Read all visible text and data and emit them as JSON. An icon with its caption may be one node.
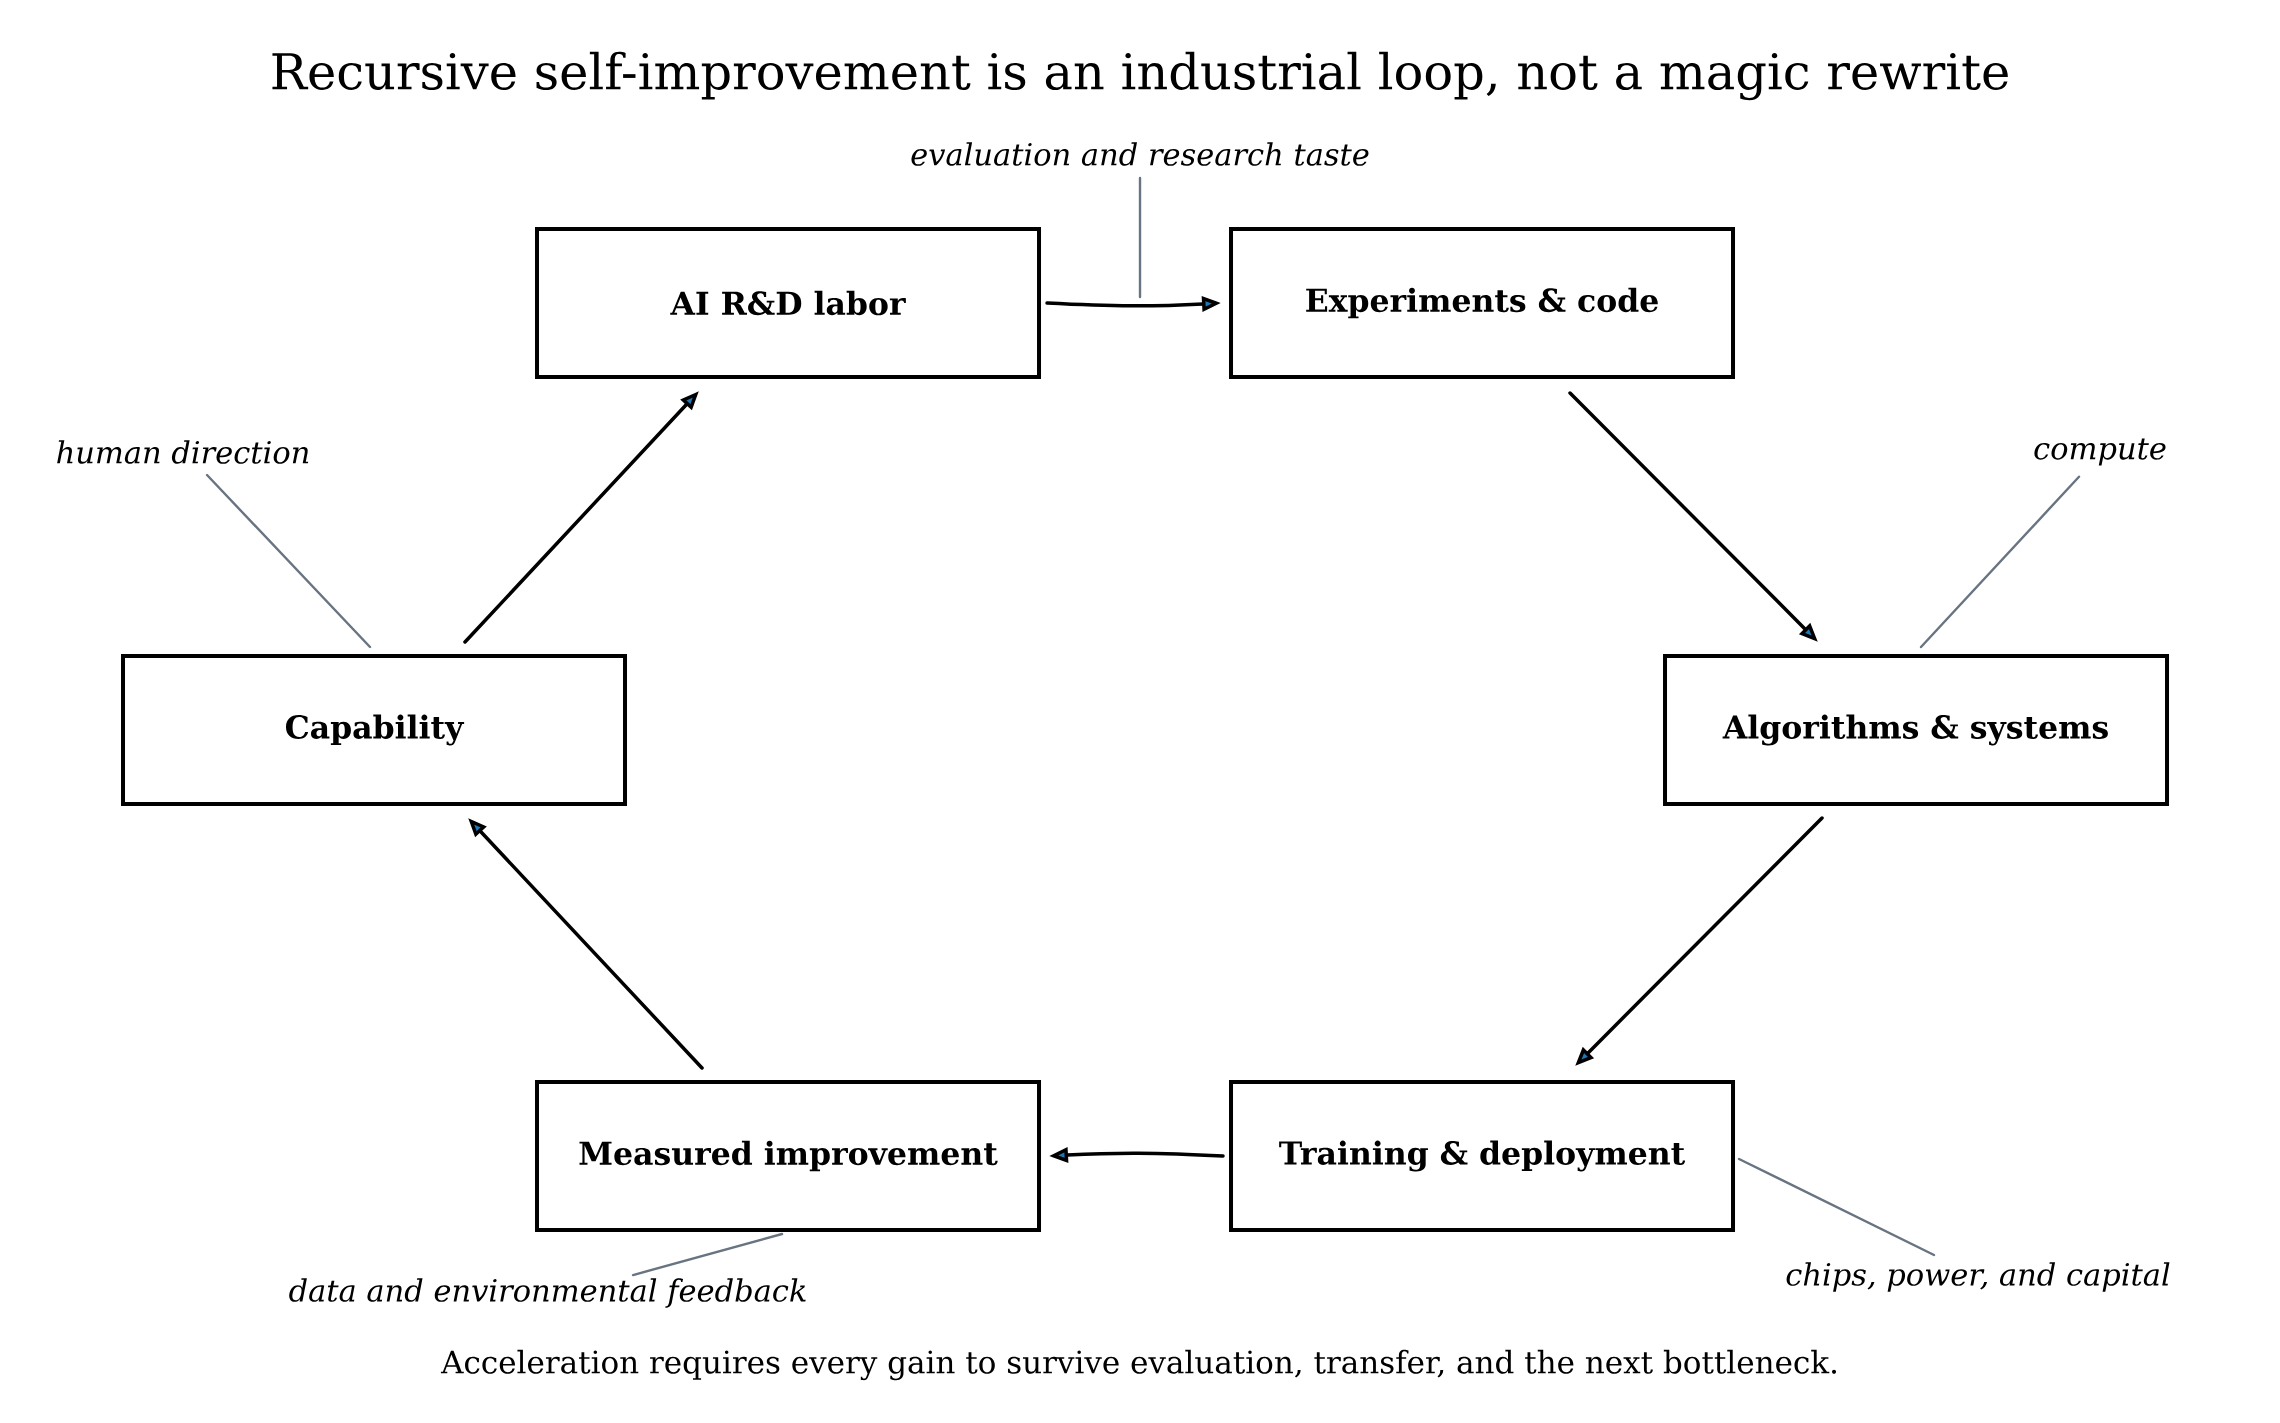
{
  "diagram": {
    "title": "Recursive self-improvement is an industrial loop, not a magic rewrite",
    "caption": "Acceleration requires every gain to survive evaluation, transfer, and the next bottleneck.",
    "nodes": [
      {
        "text": [
          "evaluation and research taste"
        ]
      },
      {
        "text": [
          "AI R&D labor"
        ]
      },
      {
        "text": [
          "Experiments & code"
        ]
      },
      {
        "text": [
          "human direction"
        ]
      },
      {
        "text": [
          "compute"
        ]
      },
      {
        "text": [
          "Capability"
        ]
      },
      {
        "text": [
          "Algorithms & systems"
        ]
      },
      {
        "text": [
          "Measured improvement"
        ]
      },
      {
        "text": [
          "Training & deployment"
        ]
      },
      {
        "text": [
          "data and environmental feedback"
        ]
      },
      {
        "text": [
          "chips, power, and capital"
        ]
      }
    ],
    "edges": [
      {
        "from": 1,
        "to": 2,
        "arrow": "to"
      },
      {
        "from": 2,
        "to": 6,
        "arrow": "to"
      },
      {
        "from": 6,
        "to": 8,
        "arrow": "to"
      },
      {
        "from": 8,
        "to": 7,
        "arrow": "to"
      },
      {
        "from": 7,
        "to": 5,
        "arrow": "to"
      },
      {
        "from": 5,
        "to": 1,
        "arrow": "to"
      },
      {
        "from": 0,
        "to": null,
        "arrow": "none",
        "color": "#687482"
      },
      {
        "from": 3,
        "to": 5,
        "arrow": "none",
        "color": "#687482"
      },
      {
        "from": 4,
        "to": 6,
        "arrow": "none",
        "color": "#687482"
      },
      {
        "from": 9,
        "to": 7,
        "arrow": "none",
        "color": "#687482"
      },
      {
        "from": 10,
        "to": 8,
        "arrow": "none",
        "color": "#687482"
      }
    ]
  }
}
